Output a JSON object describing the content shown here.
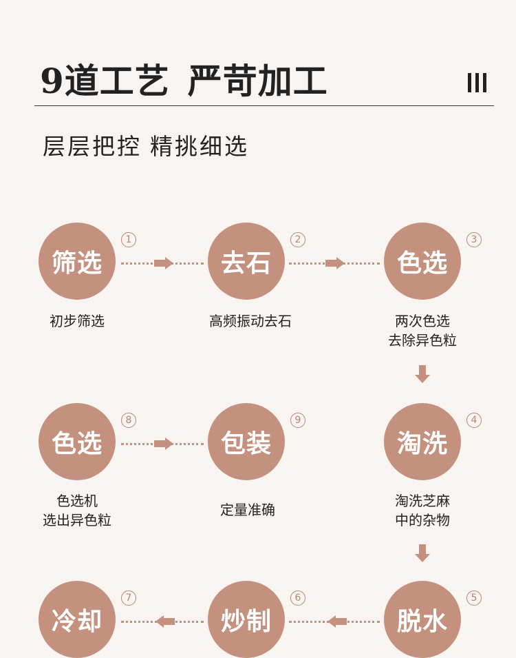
{
  "header": {
    "title_part1": "9道工艺",
    "title_part2": "严苛加工",
    "subtitle_part1": "层层把控",
    "subtitle_part2": "精挑细选"
  },
  "steps": [
    {
      "number": "1",
      "name": "筛选",
      "desc": [
        "初步筛选"
      ]
    },
    {
      "number": "2",
      "name": "去石",
      "desc": [
        "高频振动去石"
      ]
    },
    {
      "number": "3",
      "name": "色选",
      "desc": [
        "两次色选",
        "去除异色粒"
      ]
    },
    {
      "number": "4",
      "name": "淘洗",
      "desc": [
        "淘洗芝麻",
        "中的杂物"
      ]
    },
    {
      "number": "5",
      "name": "脱水",
      "desc": []
    },
    {
      "number": "6",
      "name": "炒制",
      "desc": []
    },
    {
      "number": "7",
      "name": "冷却",
      "desc": []
    },
    {
      "number": "8",
      "name": "色选",
      "desc": [
        "色选机",
        "选出异色粒"
      ]
    },
    {
      "number": "9",
      "name": "包装",
      "desc": [
        "定量准确"
      ]
    }
  ],
  "colors": {
    "accent": "#c3917e",
    "text": "#222222",
    "background": "#f8f4f1"
  }
}
